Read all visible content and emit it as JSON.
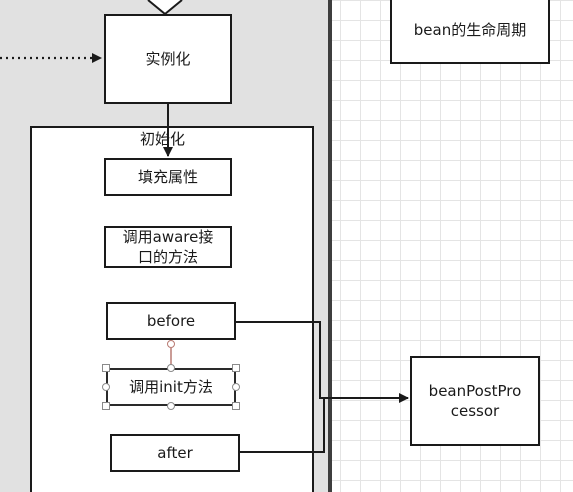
{
  "diagram": {
    "title": "bean的生命周期",
    "nodes": {
      "instantiate": "实例化",
      "initialize_group": "初始化",
      "fill_properties": "填充属性",
      "aware_line1": "调用aware接",
      "aware_line2": "口的方法",
      "before": "before",
      "init_method": "调用init方法",
      "after": "after",
      "bpp_line1": "beanPostPro",
      "bpp_line2": "cessor"
    },
    "edges": [
      {
        "from": "offscreen-left",
        "to": "instantiate",
        "style": "dotted"
      },
      {
        "from": "instantiate",
        "to": "fill_properties",
        "style": "solid"
      },
      {
        "from": "before",
        "to": "beanPostProcessor",
        "style": "solid"
      },
      {
        "from": "after",
        "to": "beanPostProcessor",
        "style": "solid"
      }
    ],
    "selected_node": "init_method",
    "colors": {
      "panel": "#e1e1e1",
      "grid": "#e4e4e4",
      "stroke": "#1a1a1a",
      "divider": "#3d3d3d",
      "rotate_handle": "#b87a72"
    }
  }
}
